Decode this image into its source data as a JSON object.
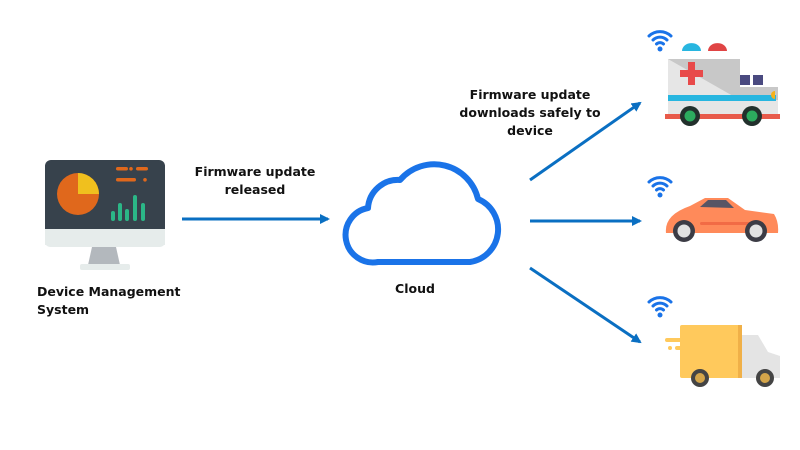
{
  "nodes": {
    "dms": {
      "label_line1": "Device Management",
      "label_line2": "System",
      "icon": "monitor-dashboard-icon"
    },
    "cloud": {
      "label": "Cloud",
      "icon": "cloud-icon"
    },
    "devices": [
      {
        "name": "ambulance",
        "icon": "ambulance-icon"
      },
      {
        "name": "car",
        "icon": "car-icon"
      },
      {
        "name": "truck",
        "icon": "delivery-truck-icon"
      }
    ]
  },
  "edges": {
    "release": {
      "line1": "Firmware update",
      "line2": "released"
    },
    "download": {
      "line1": "Firmware update",
      "line2": "downloads safely to",
      "line3": "device"
    }
  },
  "colors": {
    "arrow": "#0a6fc2",
    "cloud": "#1a73e8",
    "wifi": "#1a73e8"
  }
}
